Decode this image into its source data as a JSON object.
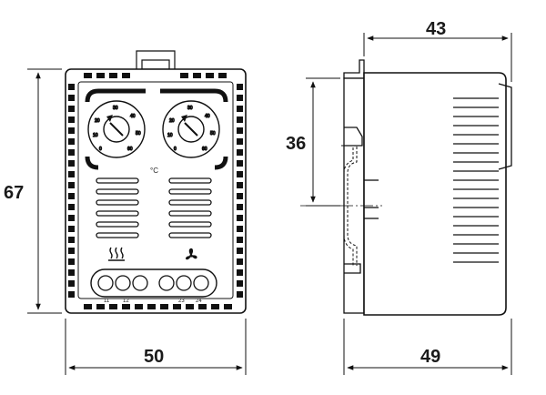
{
  "dimensions": {
    "width_front": "50",
    "height_front": "67",
    "depth_top": "43",
    "depth_bottom": "49",
    "rail_height": "36"
  },
  "dial_left": {
    "ticks": [
      "0",
      "10",
      "20",
      "30",
      "40",
      "50",
      "60"
    ]
  },
  "dial_right": {
    "ticks": [
      "0",
      "10",
      "20",
      "30",
      "40",
      "50",
      "60"
    ]
  },
  "unit_label": "°C",
  "terminal_labels": {
    "t11": "11",
    "t12": "12",
    "t23": "23",
    "t24": "24"
  },
  "icons": {
    "left": "heater-icon",
    "right": "fan-icon"
  }
}
